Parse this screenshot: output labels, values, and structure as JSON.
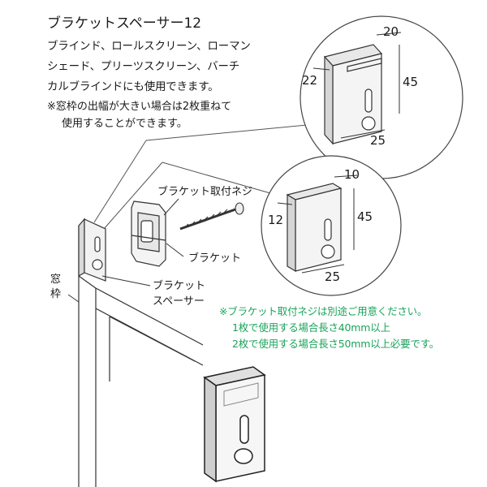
{
  "title": "ブラケットスペーサー12",
  "description": [
    "ブラインド、ロールスクリーン、ローマン",
    "シェード、プリーツスクリーン、バーチ",
    "カルブラインドにも使用できます。"
  ],
  "stack_note": [
    "※窓枠の出幅が大きい場合は2枚重ねて",
    "使用することができます。"
  ],
  "labels": {
    "screw": "ブラケット取付ネジ",
    "bracket": "ブラケット",
    "spacer_line1": "ブラケット",
    "spacer_line2": "スペーサー",
    "frame_line1": "窓",
    "frame_line2": "枠"
  },
  "dimensions_double": {
    "width": "20",
    "depth": "22",
    "height": "45",
    "base": "25"
  },
  "dimensions_single": {
    "width": "10",
    "depth": "12",
    "height": "45",
    "base": "25"
  },
  "screw_note": [
    "※ブラケット取付ネジは別途ご用意ください。",
    "1枚で使用する場合長さ40mm以上",
    "2枚で使用する場合長さ50mm以上必要です。"
  ],
  "colors": {
    "note_text": "#19a35a",
    "line": "#333333",
    "part_fill": "#f2f2f2"
  }
}
